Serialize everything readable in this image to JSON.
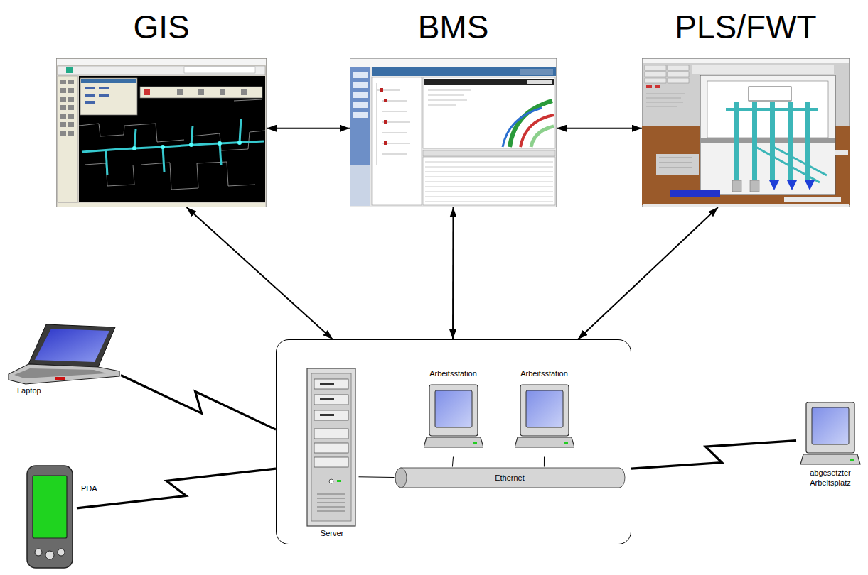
{
  "diagram": {
    "nodes": [
      {
        "text": [
          "GIS"
        ]
      },
      {
        "text": [
          "BMS"
        ]
      },
      {
        "text": [
          "PLS/FWT"
        ]
      },
      {
        "text": [
          "Laptop"
        ]
      },
      {},
      {
        "text": [
          "Server"
        ],
        "in": 4
      },
      {
        "text": [
          "Arbeitsstation"
        ],
        "in": 4
      },
      {
        "text": [
          "Arbeitsstation"
        ],
        "in": 4
      },
      {
        "text": [
          "Ethernet"
        ],
        "in": 4
      },
      {
        "text": [
          "PDA"
        ]
      },
      {
        "text": [
          "abgesetzter Arbeitsplatz"
        ]
      }
    ],
    "edges": [
      {
        "from": 0,
        "to": 1,
        "arrow": "both"
      },
      {
        "from": 1,
        "to": 2,
        "arrow": "both"
      },
      {
        "from": 0,
        "to": 4,
        "arrow": "both"
      },
      {
        "from": 1,
        "to": 4,
        "arrow": "both"
      },
      {
        "from": 2,
        "to": 4,
        "arrow": "both"
      },
      {
        "from": 3,
        "to": 4,
        "arrow": "none"
      },
      {
        "from": 9,
        "to": 4,
        "arrow": "none"
      },
      {
        "from": 4,
        "to": 10,
        "arrow": "none"
      },
      {
        "from": 5,
        "to": 8,
        "arrow": "none"
      },
      {
        "from": 6,
        "to": 8,
        "arrow": "none"
      },
      {
        "from": 7,
        "to": 8,
        "arrow": "none"
      }
    ]
  }
}
